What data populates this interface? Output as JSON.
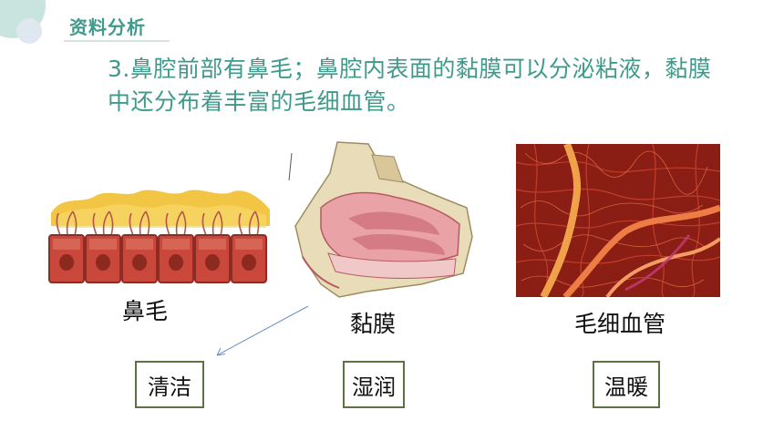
{
  "header": {
    "title": "资料分析"
  },
  "content": {
    "paragraph": "3.鼻腔前部有鼻毛；鼻腔内表面的黏膜可以分泌粘液，黏膜中还分布着丰富的毛细血管。"
  },
  "figures": [
    {
      "label": "鼻毛",
      "function": "清洁"
    },
    {
      "label": "黏膜",
      "function": "湿润"
    },
    {
      "label": "毛细血管",
      "function": "温暖"
    }
  ],
  "colors": {
    "accent": "#3f9a8c",
    "box_border": "#5e7144",
    "arrow": "#6c8fc7"
  }
}
